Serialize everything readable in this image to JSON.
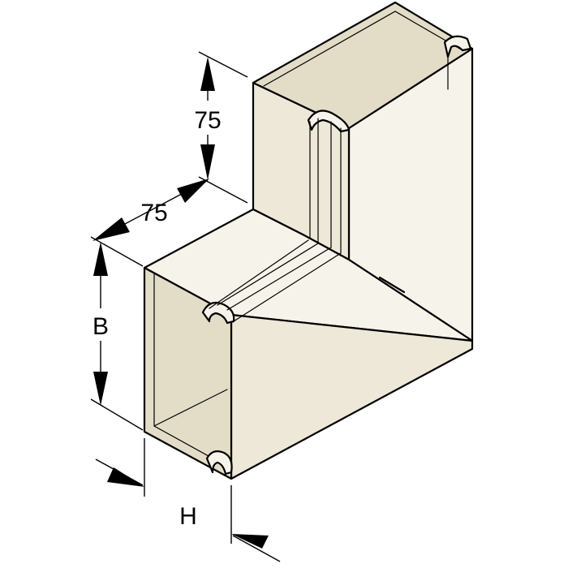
{
  "diagram": {
    "dimensions": {
      "top_height": "75",
      "side_width": "75",
      "b_label": "B",
      "h_label": "H"
    },
    "colors": {
      "line": "#000000",
      "face_light": "#f6f3ea",
      "face_mid": "#ede8d8",
      "face_dark": "#e3ddc8"
    }
  }
}
